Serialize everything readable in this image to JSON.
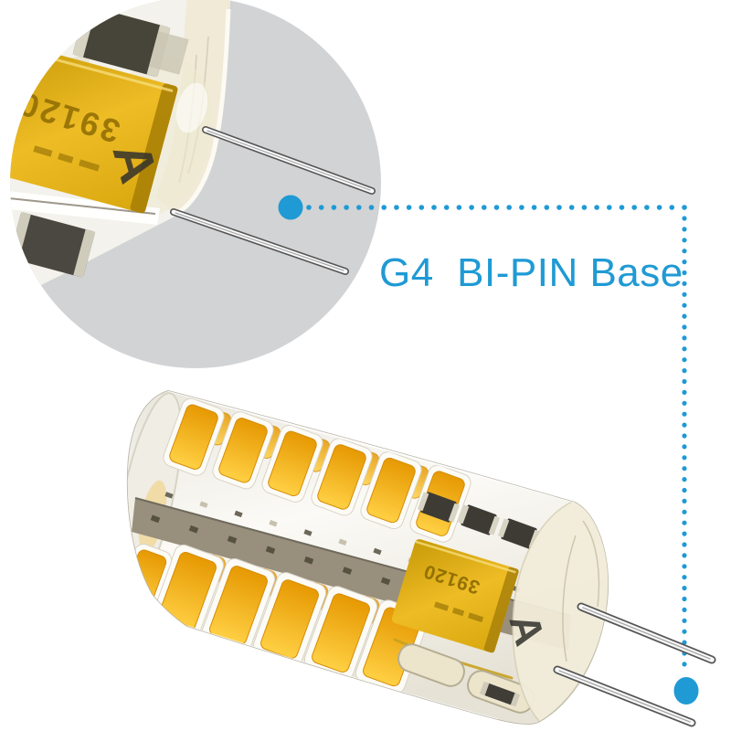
{
  "colors": {
    "accent_blue": "#1f9ad4",
    "inset_gray": "#d2d3d5",
    "led_yellow_deep": "#e69902",
    "led_yellow_bright": "#ffd044",
    "gold_chip": "#e2b214",
    "silicone_white": "#f4f2ec"
  },
  "callout": {
    "label": "G4  BI-PIN Base"
  },
  "magnifier_inset": {
    "chip_marking": "39120",
    "mold_letter": "A"
  },
  "bulb": {
    "chip_marking": "39120",
    "mold_letter": "A",
    "top_row_led_count": 6,
    "bottom_row_led_count": 5,
    "pin_count": 2
  }
}
